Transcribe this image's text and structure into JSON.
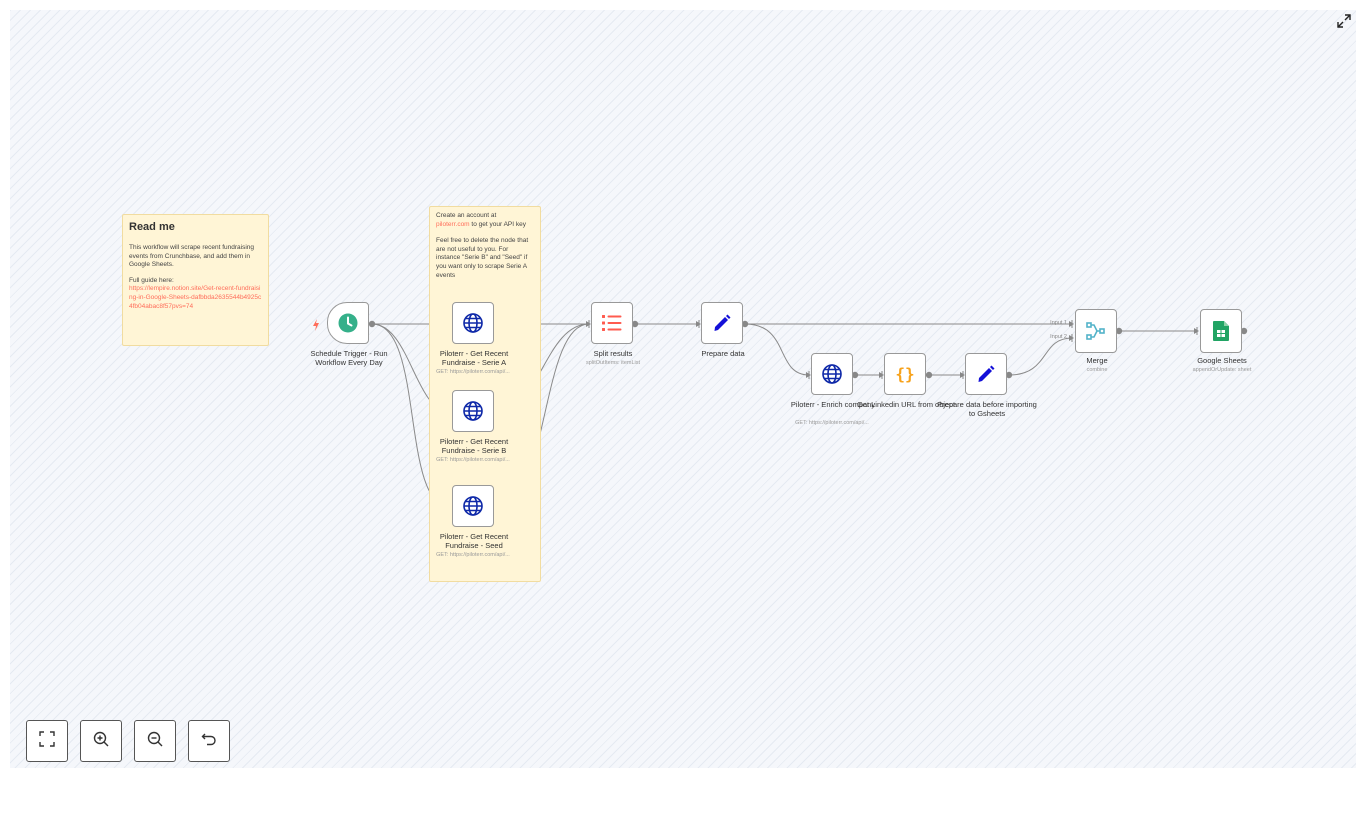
{
  "notes": {
    "readme": {
      "title": "Read me",
      "body": "This workflow will scrape recent fundraising events from Crunchbase, and add them in Google Sheets.",
      "guide_label": "Full guide here:",
      "guide_link": "https://lempire.notion.site/Get-recent-fundraising-in-Google-Sheets-dafbbda2635544b4925c4fb04abac8f57pvs=74"
    },
    "api": {
      "line1": "Create an account at",
      "link": "piloterr.com",
      "line1_rest": " to get your API key",
      "body": "Feel free to delete the node that are not useful to you. For instance \"Serie B\" and \"Seed\" if you want only to scrape Serie A events"
    }
  },
  "nodes": {
    "schedule": {
      "label": "Schedule Trigger - Run Workflow Every Day"
    },
    "serie_a": {
      "label": "Piloterr - Get Recent Fundraise - Serie A",
      "sub": "GET: https://piloterr.com/api/..."
    },
    "serie_b": {
      "label": "Piloterr - Get Recent Fundraise - Serie B",
      "sub": "GET: https://piloterr.com/api/..."
    },
    "seed": {
      "label": "Piloterr - Get Recent Fundraise - Seed",
      "sub": "GET: https://piloterr.com/api/..."
    },
    "split": {
      "label": "Split results",
      "sub": "splitOutItems: itemList"
    },
    "prepare": {
      "label": "Prepare data"
    },
    "enrich": {
      "label": "Piloterr - Enrich company",
      "sub": "GET: https://piloterr.com/api/..."
    },
    "linkedin": {
      "label": "Get Linkedin URL from object"
    },
    "prepare2": {
      "label": "Prepare data before importing to Gsheets"
    },
    "merge": {
      "label": "Merge",
      "sub": "combine",
      "input1": "Input 1",
      "input2": "Input 2"
    },
    "sheets": {
      "label": "Google Sheets",
      "sub": "appendOrUpdate: sheet"
    }
  },
  "controls": {
    "fit": "fit-view-icon",
    "zoom_in": "zoom-in-icon",
    "zoom_out": "zoom-out-icon",
    "reset": "undo-icon"
  },
  "colors": {
    "accent": "#ff6d5a",
    "trigger": "#35b08a",
    "http": "#0e28a8",
    "pencil": "#1410d8",
    "code": "#f7a21b",
    "merge": "#53b3c9",
    "sheets": "#21a464",
    "edge": "#888888"
  }
}
